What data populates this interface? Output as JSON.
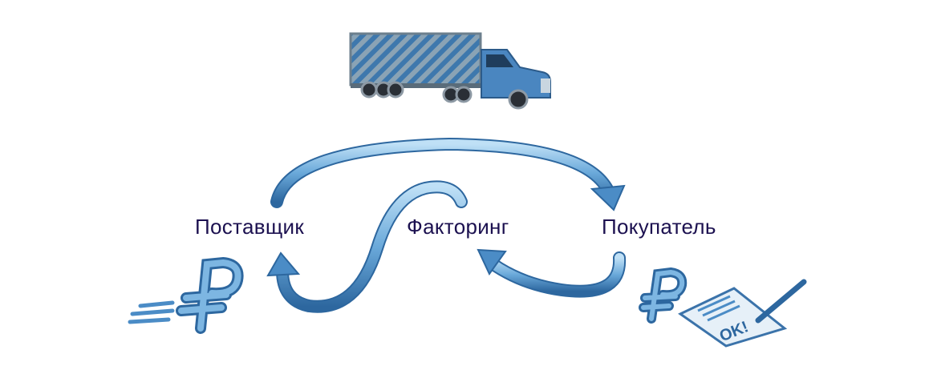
{
  "labels": {
    "supplier": "Поставщик",
    "factoring": "Факторинг",
    "buyer": "Покупатель"
  },
  "document_stamp": "OK!",
  "colors": {
    "label": "#1c1150",
    "arrow": "#5f9fd3",
    "arrow_dark": "#2f6aa6",
    "truck": "#4a86c0"
  }
}
